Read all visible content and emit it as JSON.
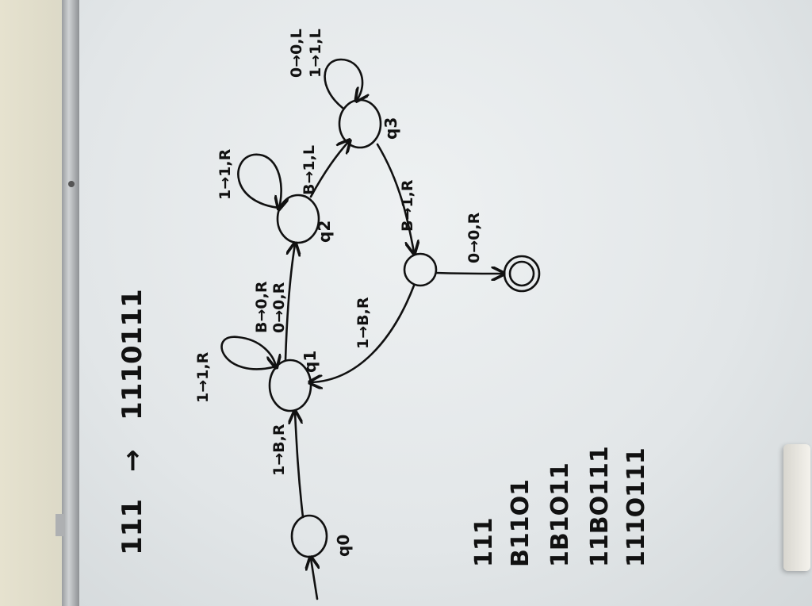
{
  "title": {
    "lhs": "111",
    "arrow": "→",
    "rhs": "1110111"
  },
  "states": {
    "q0": "q0",
    "q1": "q1",
    "q2": "q2",
    "q3": "q3"
  },
  "transitions": {
    "q0_q1": "1→B,R",
    "q1_loop": "1→1,R",
    "q1_q2_a": "B→0,R",
    "q1_q2_b": "0→0,R",
    "q2_loop": "1→1,R",
    "q2_q3": "B→1,L",
    "q3_loop_a": "0→0,L",
    "q3_loop_b": "1→1,L",
    "q3_q4": "B→1,R",
    "q4_q1": "1→B,R",
    "q4_accept": "0→0,R"
  },
  "trace": [
    "111",
    "B11O1",
    "1B1O11",
    "11BO111",
    "111O111"
  ],
  "colors": {
    "ink": "#111111",
    "board": "#e6e9eb"
  }
}
